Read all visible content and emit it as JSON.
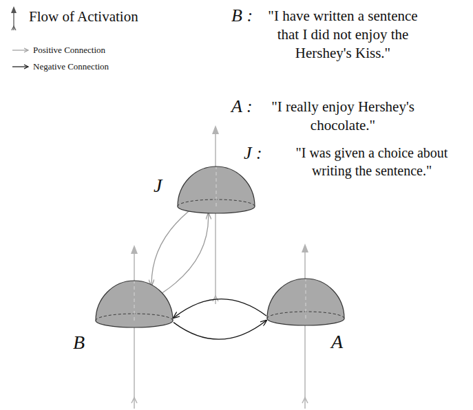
{
  "diagram": {
    "nodes": [
      {
        "text": [
          "J"
        ]
      },
      {
        "text": [
          "B"
        ]
      },
      {
        "text": [
          "A"
        ]
      }
    ],
    "edges": [
      {
        "from": 0,
        "to": 1,
        "arrow": "to"
      },
      {
        "from": 1,
        "to": 0,
        "arrow": "to"
      },
      {
        "from": 1,
        "to": 2,
        "arrow": "to"
      },
      {
        "from": 2,
        "to": 1,
        "arrow": "to"
      }
    ],
    "labels": [
      "B :",
      "\"I have written a sentence that I did not enjoy the Hershey's Kiss.\"",
      "A :",
      "\"I really enjoy Hershey's chocolate.\"",
      "J :",
      "\"I was given a choice about writing the sentence.\""
    ],
    "legend": [
      {
        "text": "Flow of Activation"
      },
      {
        "text": "Positive Connection"
      },
      {
        "text": "Negative Connection"
      }
    ]
  }
}
